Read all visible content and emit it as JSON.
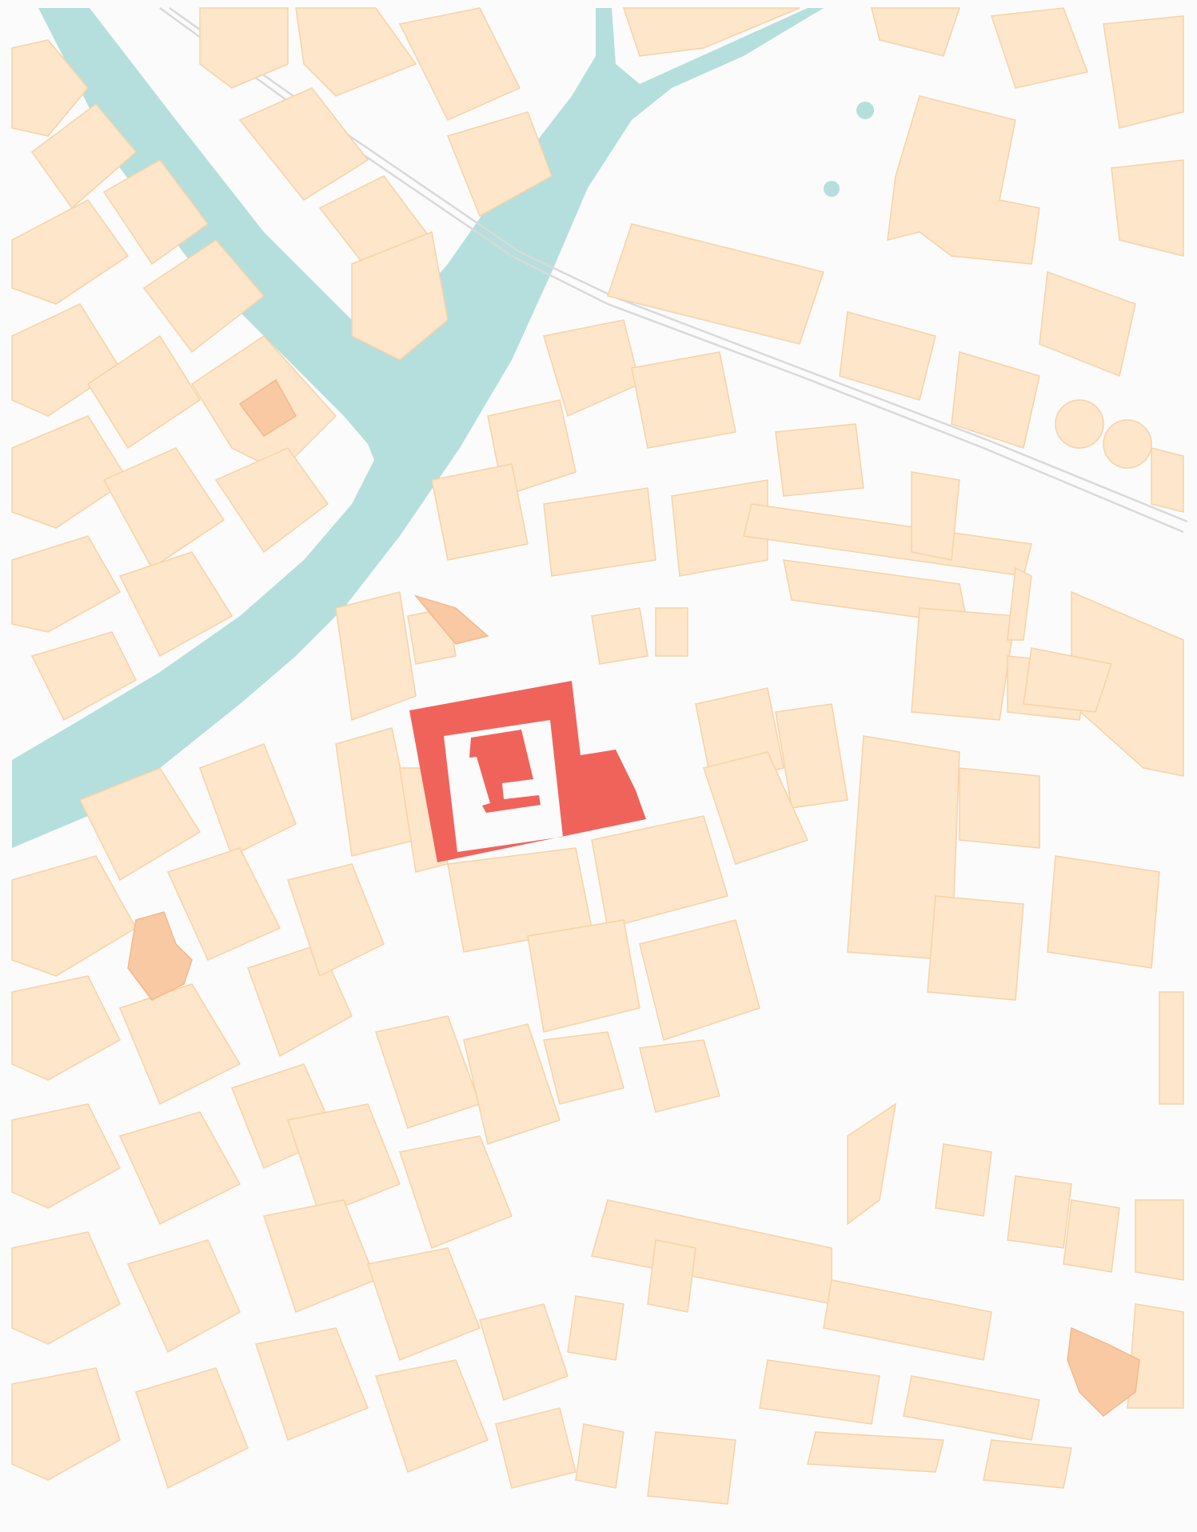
{
  "map": {
    "labels": [],
    "colors": {
      "background": "#fbfbfb",
      "building": "#fde6c9",
      "building_stroke": "#f6d3a8",
      "landmark": "#f8c9a3",
      "water": "#b5dfdc",
      "rail": "#d9d9d9",
      "highlight": "#f0635b"
    },
    "layers": [
      "water",
      "railway",
      "buildings",
      "landmark-buildings",
      "highlighted-site"
    ]
  }
}
